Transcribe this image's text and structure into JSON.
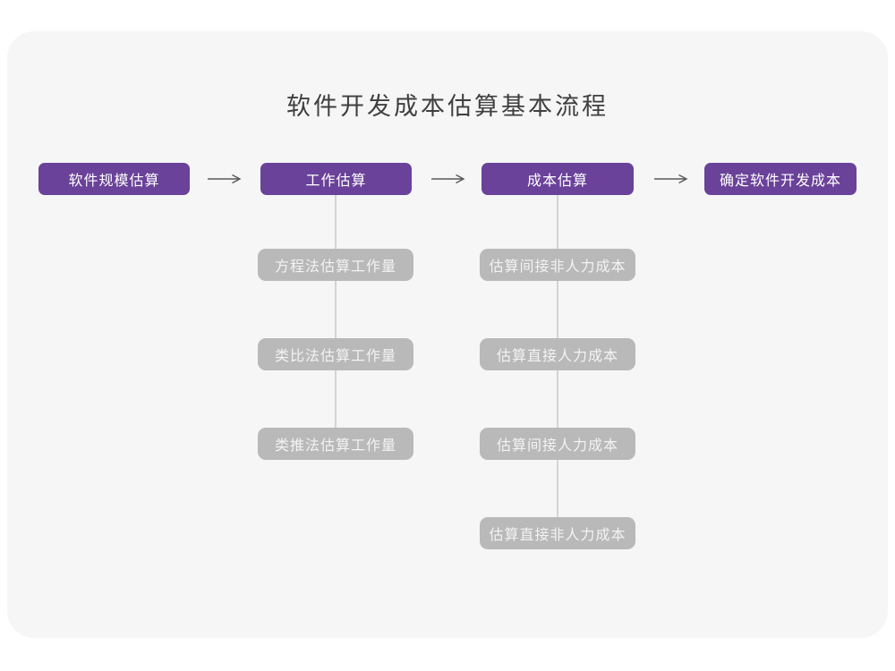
{
  "page": {
    "title": "软件开发成本估算基本流程"
  },
  "colors": {
    "page_bg": "#ffffff",
    "card_bg": "#f6f6f7",
    "primary": "#6a4299",
    "node_gray": "#b9b9b9",
    "node_text": "#ffffff",
    "sub_text": "#f3f3f3",
    "title_text": "#3f3f3f",
    "arrow": "#58595b",
    "connector": "#d4d4d4"
  },
  "flow": {
    "stages": [
      {
        "label": "软件规模估算",
        "children": []
      },
      {
        "label": "工作估算",
        "children": [
          "方程法估算工作量",
          "类比法估算工作量",
          "类推法估算工作量"
        ]
      },
      {
        "label": "成本估算",
        "children": [
          "估算间接非人力成本",
          "估算直接人力成本",
          "估算间接人力成本",
          "估算直接非人力成本"
        ]
      },
      {
        "label": "确定软件开发成本",
        "children": []
      }
    ]
  }
}
